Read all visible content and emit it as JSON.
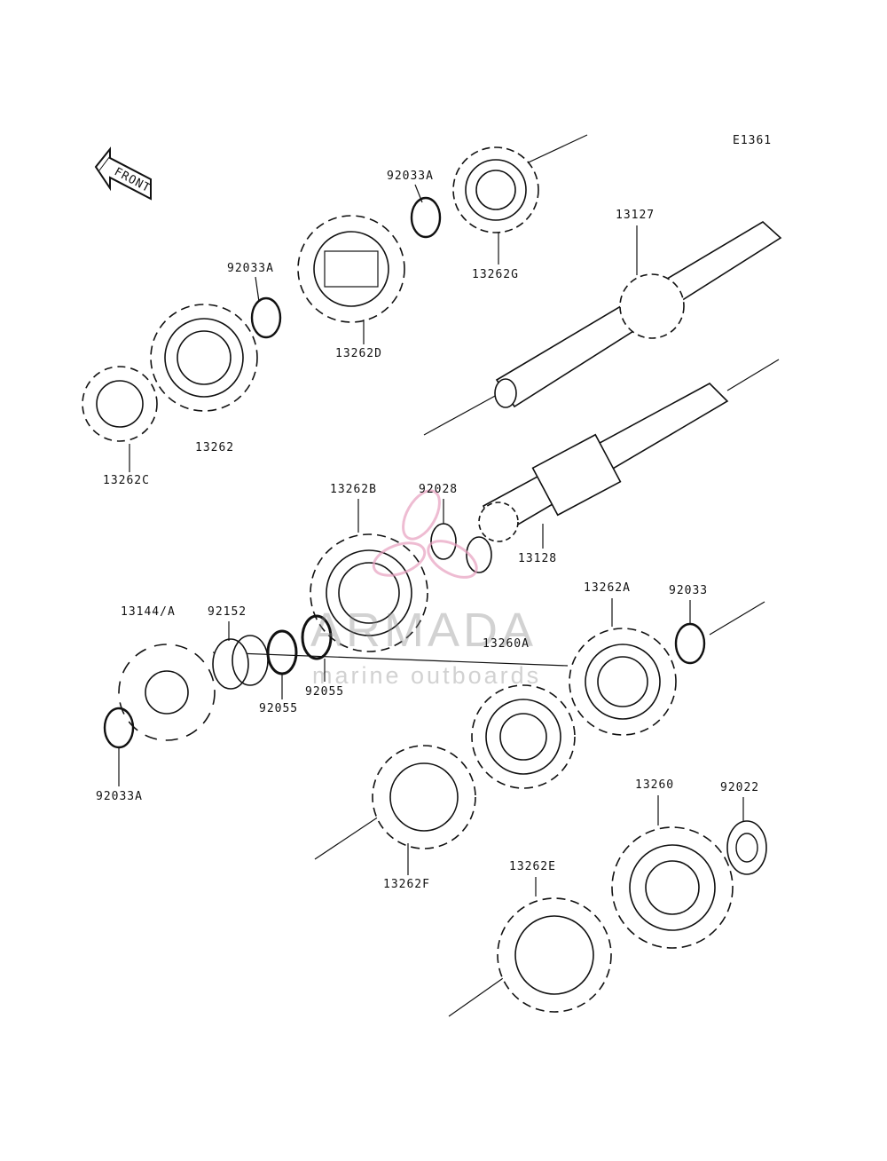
{
  "diagram_id": "E1361",
  "front_label": "FRONT",
  "watermark": {
    "brand": "ARMADA",
    "tagline": "marine outboards",
    "logo_color": "#e8a0c0"
  },
  "parts": [
    {
      "id": "p-92033a-top",
      "label": "92033A"
    },
    {
      "id": "p-13262g",
      "label": "13262G"
    },
    {
      "id": "p-13127",
      "label": "13127"
    },
    {
      "id": "p-92033a-mid",
      "label": "92033A"
    },
    {
      "id": "p-13262d",
      "label": "13262D"
    },
    {
      "id": "p-13262",
      "label": "13262"
    },
    {
      "id": "p-13262c",
      "label": "13262C"
    },
    {
      "id": "p-13262b",
      "label": "13262B"
    },
    {
      "id": "p-92028",
      "label": "92028"
    },
    {
      "id": "p-13128",
      "label": "13128"
    },
    {
      "id": "p-13144a",
      "label": "13144/A"
    },
    {
      "id": "p-92152",
      "label": "92152"
    },
    {
      "id": "p-13262a",
      "label": "13262A"
    },
    {
      "id": "p-92033",
      "label": "92033"
    },
    {
      "id": "p-13260a",
      "label": "13260A"
    },
    {
      "id": "p-92055-1",
      "label": "92055"
    },
    {
      "id": "p-92055-2",
      "label": "92055"
    },
    {
      "id": "p-92033a-bot",
      "label": "92033A"
    },
    {
      "id": "p-13260",
      "label": "13260"
    },
    {
      "id": "p-92022",
      "label": "92022"
    },
    {
      "id": "p-13262f",
      "label": "13262F"
    },
    {
      "id": "p-13262e",
      "label": "13262E"
    }
  ]
}
